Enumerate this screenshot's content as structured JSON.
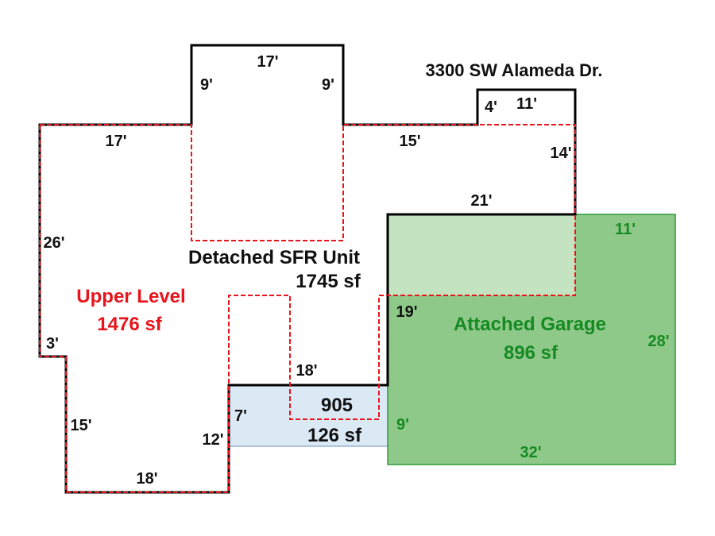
{
  "address": "3300 SW Alameda Dr.",
  "colors": {
    "outline": "#000000",
    "upper_level": "#e8141c",
    "garage_fill": "#8fc98a",
    "garage_overlap_fill": "#c4e4c1",
    "garage_stroke": "#2f9a3a",
    "garage_text": "#168a22",
    "annex_fill": "#dbe9f5",
    "annex_stroke": "#6a8fb0",
    "upper_text": "#e8141c"
  },
  "detached_sfr": {
    "title": "Detached SFR Unit",
    "area": "1745 sf"
  },
  "upper_level": {
    "title": "Upper Level",
    "area": "1476 sf"
  },
  "attached_garage": {
    "title": "Attached Garage",
    "area": "896 sf"
  },
  "annex": {
    "number": "905",
    "area": "126 sf"
  },
  "dimensions": {
    "top_bump_width": "17'",
    "top_bump_left": "9'",
    "top_bump_right": "9'",
    "left_top": "17'",
    "mid_top": "15'",
    "small_bump_left": "4'",
    "small_bump_top": "11'",
    "right_upper": "14'",
    "middle_span": "21'",
    "left_side": "26'",
    "left_notch": "3'",
    "left_lower": "15'",
    "bottom": "18'",
    "inner_bottom_left": "12'",
    "annex_left": "7'",
    "annex_top": "18'",
    "inner_right": "19'",
    "garage_top": "11'",
    "garage_right": "28'",
    "garage_left": "9'",
    "garage_bottom": "32'"
  }
}
